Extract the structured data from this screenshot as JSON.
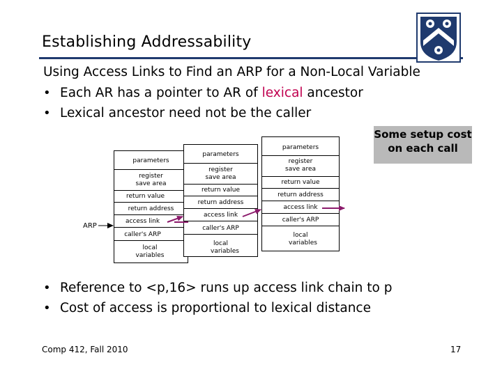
{
  "slide": {
    "title": "Establishing Addressability",
    "subtitle": "Using Access Links to Find an ARP for a Non-Local Variable",
    "bullets_top": [
      {
        "pre": "Each AR has a pointer to AR of ",
        "emph": "lexical",
        "post": " ancestor"
      },
      {
        "pre": "Lexical ancestor need not be the caller",
        "emph": "",
        "post": ""
      }
    ],
    "callout": "Some setup cost on each call",
    "arp_label": "ARP",
    "records": [
      {
        "cells": [
          "parameters",
          "register save area",
          "return value",
          "return address",
          "access link",
          "caller's ARP",
          "local variables"
        ]
      },
      {
        "cells": [
          "parameters",
          "register save area",
          "return value",
          "return address",
          "access link",
          "caller's ARP",
          "local variables"
        ]
      },
      {
        "cells": [
          "parameters",
          "register save area",
          "return value",
          "return address",
          "access link",
          "caller's ARP",
          "local variables"
        ]
      }
    ],
    "bullets_bottom": [
      "Reference to <p,16> runs up access link chain to p",
      "Cost of access is proportional to lexical distance"
    ],
    "footer_left": "Comp 412, Fall 2010",
    "page_number": "17",
    "colors": {
      "title_rule": "#1f3a6e",
      "lexical": "#c0004f",
      "arrow": "#8b1a6b",
      "callout_bg": "#b9b9b9",
      "logo": "#1f3a6e"
    },
    "logo_icon": "university-shield-icon"
  }
}
